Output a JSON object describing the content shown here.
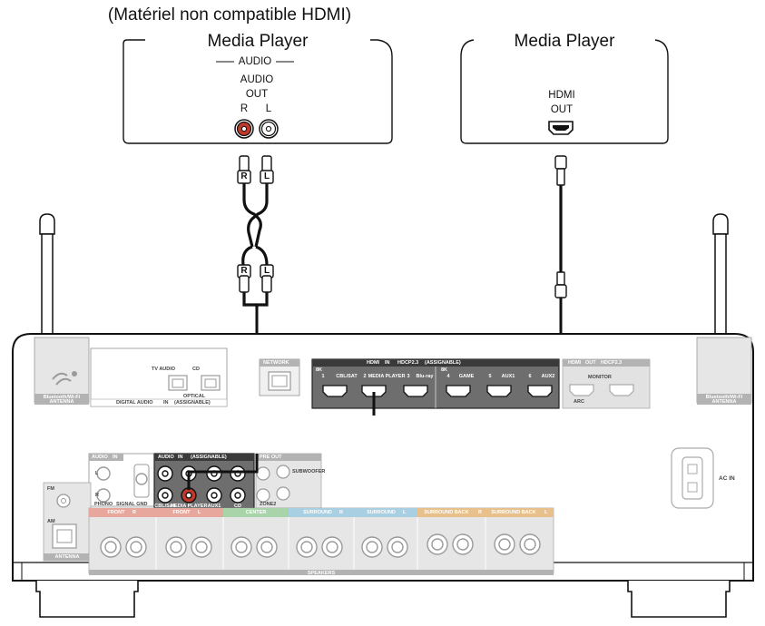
{
  "header": {
    "note": "(Matériel non compatible HDMI)"
  },
  "left_device": {
    "name": "Media Player",
    "section": "AUDIO",
    "output_label_1": "AUDIO",
    "output_label_2": "OUT",
    "right": "R",
    "left": "L"
  },
  "right_device": {
    "name": "Media Player",
    "output_label_1": "HDMI",
    "output_label_2": "OUT"
  },
  "cable_plugs": {
    "right": "R",
    "left": "L"
  },
  "receiver": {
    "antenna_label_1": "Bluetooth/Wi-Fi",
    "antenna_label_2": "ANTENNA",
    "tv_audio": "TV AUDIO",
    "cd": "CD",
    "optical": "OPTICAL",
    "digital_audio": "DIGITAL AUDIO",
    "in_tag": "IN",
    "assignable": "(ASSIGNABLE)",
    "network": "NETWORK",
    "hdmi": "HDMI",
    "hdcp": "HDCP2.3",
    "out_tag": "OUT",
    "hdmi_inputs": [
      "CBL/SAT",
      "MEDIA PLAYER",
      "Blu-ray",
      "GAME",
      "AUX1",
      "AUX2"
    ],
    "hdmi_numbers": [
      "1",
      "2",
      "3",
      "4",
      "5",
      "6"
    ],
    "k8": "8K",
    "monitor": "MONITOR",
    "arc": "ARC",
    "audio_in": "AUDIO",
    "audio_assign_labels": [
      "CBL/SAT",
      "MEDIA PLAYER",
      "AUX1",
      "CD"
    ],
    "phono": "PHONO",
    "signal_gnd": "SIGNAL GND",
    "pre_out": "PRE OUT",
    "subwoofer": "SUBWOOFER",
    "zone2": "ZONE2",
    "fm": "FM",
    "am": "AM",
    "antenna": "ANTENNA",
    "ac_in": "AC IN",
    "speakers": "SPEAKERS",
    "front": "FRONT",
    "center": "CENTER",
    "surround": "SURROUND",
    "surround_back": "SURROUND BACK",
    "r": "R",
    "l": "L"
  },
  "colors": {
    "stroke": "#111111",
    "panel_gray": "#bdbdbd",
    "panel_light": "#e6e6e6",
    "red_jack": "#c0392b",
    "front": "#e7a79c",
    "center": "#a9d3a9",
    "surround": "#a9cfe2",
    "surround_back": "#e8c08c"
  }
}
